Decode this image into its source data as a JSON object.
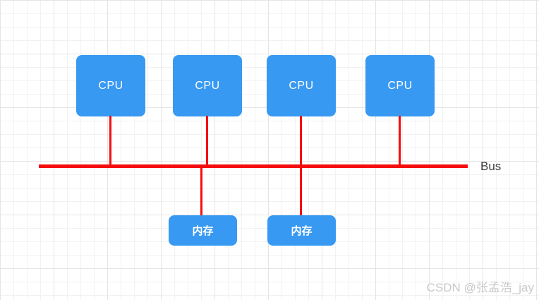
{
  "diagram": {
    "cpus": [
      {
        "label": "CPU"
      },
      {
        "label": "CPU"
      },
      {
        "label": "CPU"
      },
      {
        "label": "CPU"
      }
    ],
    "memories": [
      {
        "label": "内存"
      },
      {
        "label": "内存"
      }
    ],
    "bus": {
      "label": "Bus"
    },
    "colors": {
      "node_fill": "#3899f2",
      "node_text": "#ffffff",
      "connector_line": "#f50d0d",
      "bus_label_text": "#3d3d3d",
      "grid_minor": "#f2f2f2",
      "grid_major": "#e5e5e5",
      "background": "#ffffff",
      "watermark_text": "#c9c9c9"
    }
  },
  "watermark": {
    "text": "CSDN @张孟浩_jay"
  }
}
